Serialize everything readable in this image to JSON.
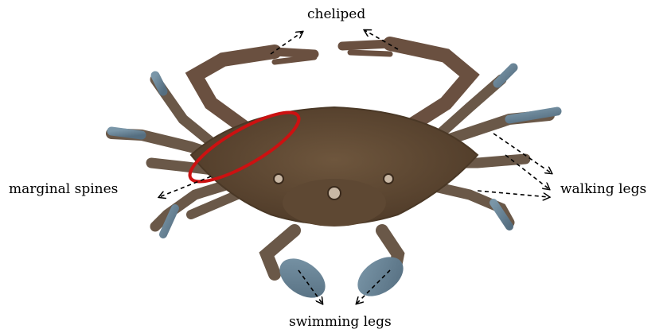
{
  "labels": {
    "cheliped": "cheliped",
    "marginal_spines": "marginal spines",
    "walking_legs": "walking legs",
    "swimming_legs": "swimming legs"
  },
  "colors": {
    "background": "#ffffff",
    "crab_body": "#5b4531",
    "crab_shell_highlight": "#6e563d",
    "leg": "#6a5848",
    "leg_tip": "#6f8ea0",
    "highlight_ellipse": "#cc1111",
    "arrow": "#000000"
  }
}
